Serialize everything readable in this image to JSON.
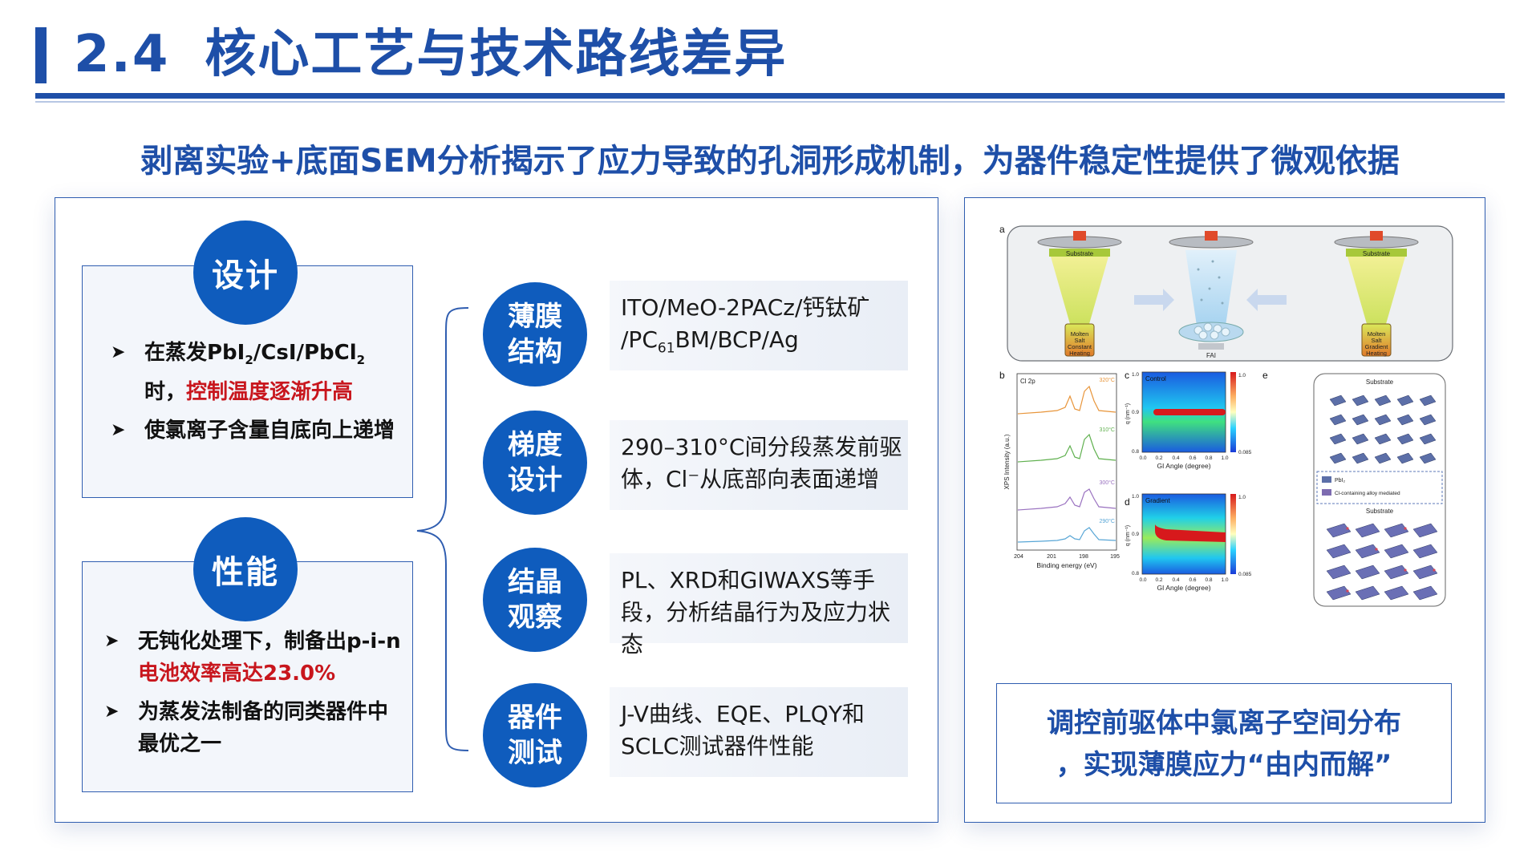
{
  "header": {
    "number": "2.4",
    "title": "核心工艺与技术路线差异"
  },
  "subtitle": "剥离实验+底面SEM分析揭示了应力导致的孔洞形成机制，为器件稳定性提供了微观依据",
  "design": {
    "circle": "设计",
    "b1_a": "在蒸发PbI",
    "b1_sub1": "2",
    "b1_b": "/CsI/PbCl",
    "b1_sub2": "2",
    "b1_c": "时，",
    "b1_red": "控制温度逐渐升高",
    "b2": "使氯离子含量自底向上递增"
  },
  "performance": {
    "circle": "性能",
    "b1_a": "无钝化处理下，制备出p-i-n",
    "b1_red": "电池效率高达23.0%",
    "b2": "为蒸发法制备的同类器件中最优之一"
  },
  "steps": [
    {
      "l1": "薄膜",
      "l2": "结构",
      "t_a": "ITO/MeO-2PACz/钙钛矿",
      "t_b": "/PC",
      "t_sub": "61",
      "t_c": "BM/BCP/Ag"
    },
    {
      "l1": "梯度",
      "l2": "设计",
      "text": "290–310°C间分段蒸发前驱体，Cl⁻从底部向表面递增"
    },
    {
      "l1": "结晶",
      "l2": "观察",
      "text": "PL、XRD和GIWAXS等手段，分析结晶行为及应力状态"
    },
    {
      "l1": "器件",
      "l2": "测试",
      "text": "J-V曲线、EQE、PLQY和SCLC测试器件性能"
    }
  ],
  "figure": {
    "a_label": "a",
    "b_label": "b",
    "c_label": "c",
    "d_label": "d",
    "e_label": "e",
    "substrate": "Substrate",
    "molten": "Molten",
    "salt": "Salt",
    "constant": "Constant",
    "heating": "Heating",
    "gradient": "Gradient",
    "fai": "FAI",
    "cl2p": "Cl 2p",
    "temps": [
      "320°C",
      "310°C",
      "300°C",
      "290°C"
    ],
    "xps_ylabel": "XPS Intensity (a.u.)",
    "be_label": "Binding energy (eV)",
    "be_ticks": [
      "204",
      "201",
      "198",
      "195"
    ],
    "control": "Control",
    "gradient_title": "Gradient",
    "q_label": "q (nm⁻¹)",
    "q_ticks": [
      "1.0",
      "0.9",
      "0.8"
    ],
    "gi_label": "GI Angle (degree)",
    "gi_ticks": [
      "0.0",
      "0.2",
      "0.4",
      "0.6",
      "0.8",
      "1.0"
    ],
    "cbar_max": "1.0",
    "cbar_min": "0.085",
    "pbi2": "PbI₂",
    "cl_alloy": "Cl-containing alloy mediated"
  },
  "caption": {
    "line1": "调控前驱体中氯离子空间分布",
    "line2": "，实现薄膜应力“由内而解”"
  },
  "colors": {
    "accent": "#1e4fa8",
    "circle": "#0f5cbd",
    "highlight": "#c8161d"
  }
}
